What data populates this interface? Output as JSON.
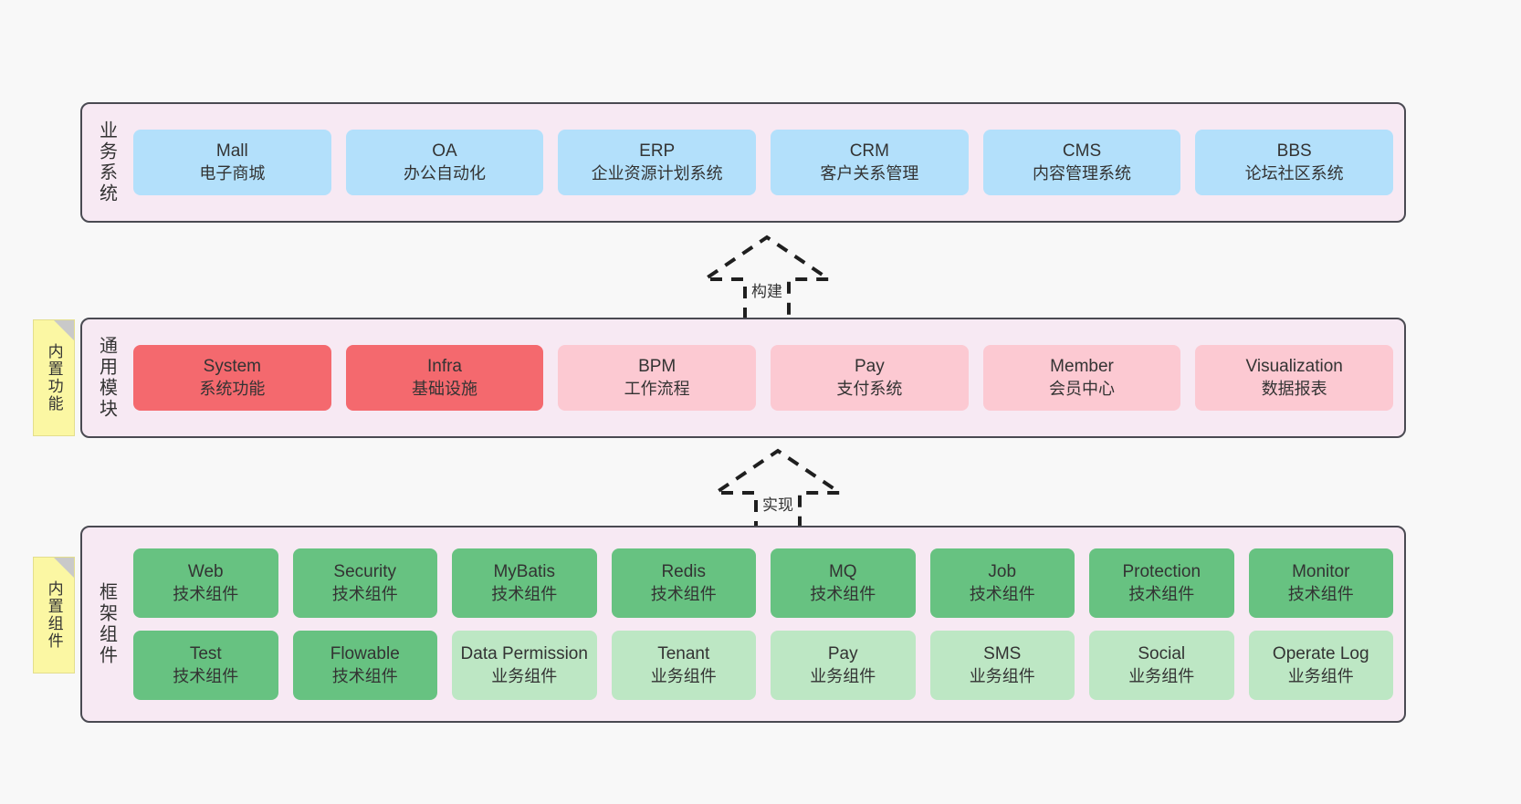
{
  "diagram": {
    "sections": [
      {
        "id": "business",
        "label": "业务系统",
        "sticky": null,
        "rows": [
          [
            {
              "title": "Mall",
              "subtitle": "电子商城",
              "color": "#b3e0fb"
            },
            {
              "title": "OA",
              "subtitle": "办公自动化",
              "color": "#b3e0fb"
            },
            {
              "title": "ERP",
              "subtitle": "企业资源计划系统",
              "color": "#b3e0fb"
            },
            {
              "title": "CRM",
              "subtitle": "客户关系管理",
              "color": "#b3e0fb"
            },
            {
              "title": "CMS",
              "subtitle": "内容管理系统",
              "color": "#b3e0fb"
            },
            {
              "title": "BBS",
              "subtitle": "论坛社区系统",
              "color": "#b3e0fb"
            }
          ]
        ]
      },
      {
        "id": "common",
        "label": "通用模块",
        "sticky": "内置功能",
        "rows": [
          [
            {
              "title": "System",
              "subtitle": "系统功能",
              "color": "#f4696e"
            },
            {
              "title": "Infra",
              "subtitle": "基础设施",
              "color": "#f4696e"
            },
            {
              "title": "BPM",
              "subtitle": "工作流程",
              "color": "#fcc9d2"
            },
            {
              "title": "Pay",
              "subtitle": "支付系统",
              "color": "#fcc9d2"
            },
            {
              "title": "Member",
              "subtitle": "会员中心",
              "color": "#fcc9d2"
            },
            {
              "title": "Visualization",
              "subtitle": "数据报表",
              "color": "#fcc9d2"
            }
          ]
        ]
      },
      {
        "id": "frame",
        "label": "框架组件",
        "sticky": "内置组件",
        "rows": [
          [
            {
              "title": "Web",
              "subtitle": "技术组件",
              "color": "#67c281"
            },
            {
              "title": "Security",
              "subtitle": "技术组件",
              "color": "#67c281"
            },
            {
              "title": "MyBatis",
              "subtitle": "技术组件",
              "color": "#67c281"
            },
            {
              "title": "Redis",
              "subtitle": "技术组件",
              "color": "#67c281"
            },
            {
              "title": "MQ",
              "subtitle": "技术组件",
              "color": "#67c281"
            },
            {
              "title": "Job",
              "subtitle": "技术组件",
              "color": "#67c281"
            },
            {
              "title": "Protection",
              "subtitle": "技术组件",
              "color": "#67c281"
            },
            {
              "title": "Monitor",
              "subtitle": "技术组件",
              "color": "#67c281"
            }
          ],
          [
            {
              "title": "Test",
              "subtitle": "技术组件",
              "color": "#67c281"
            },
            {
              "title": "Flowable",
              "subtitle": "技术组件",
              "color": "#67c281"
            },
            {
              "title": "Data Permission",
              "subtitle": "业务组件",
              "color": "#bde7c4"
            },
            {
              "title": "Tenant",
              "subtitle": "业务组件",
              "color": "#bde7c4"
            },
            {
              "title": "Pay",
              "subtitle": "业务组件",
              "color": "#bde7c4"
            },
            {
              "title": "SMS",
              "subtitle": "业务组件",
              "color": "#bde7c4"
            },
            {
              "title": "Social",
              "subtitle": "业务组件",
              "color": "#bde7c4"
            },
            {
              "title": "Operate Log",
              "subtitle": "业务组件",
              "color": "#bde7c4"
            }
          ]
        ]
      }
    ],
    "connectors": [
      {
        "id": "build",
        "label": "构建"
      },
      {
        "id": "impl",
        "label": "实现"
      }
    ],
    "colors": {
      "background": "#f8f8f8",
      "panel_fill": "#f7e9f3",
      "panel_border": "#4a4a52",
      "sticky_fill": "#fbf7a3",
      "sticky_fold": "#c9c9c9",
      "business_card": "#b3e0fb",
      "common_card_strong": "#f4696e",
      "common_card_light": "#fcc9d2",
      "frame_card_tech": "#67c281",
      "frame_card_biz": "#bde7c4",
      "text": "#333333",
      "connector": "#1f1f1f"
    }
  }
}
